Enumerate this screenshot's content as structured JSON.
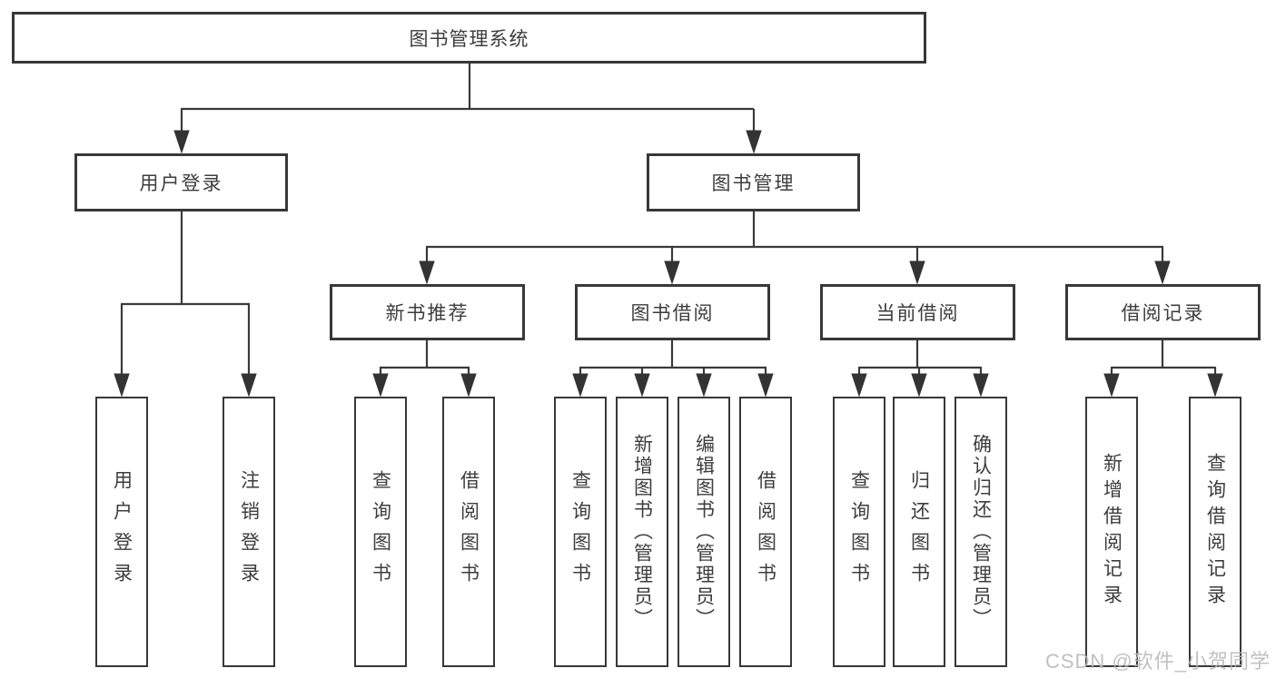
{
  "diagram": {
    "root": {
      "label": "图书管理系统"
    },
    "level1": [
      {
        "label": "用户登录"
      },
      {
        "label": "图书管理"
      }
    ],
    "level2": [
      {
        "label": "新书推荐"
      },
      {
        "label": "图书借阅"
      },
      {
        "label": "当前借阅"
      },
      {
        "label": "借阅记录"
      }
    ],
    "leaves": {
      "user": [
        {
          "label": "用户登录"
        },
        {
          "label": "注销登录"
        }
      ],
      "recommend": [
        {
          "label": "查询图书"
        },
        {
          "label": "借阅图书"
        }
      ],
      "borrow": [
        {
          "label": "查询图书"
        },
        {
          "label": "新增图书（管理员）"
        },
        {
          "label": "编辑图书（管理员）"
        },
        {
          "label": "借阅图书"
        }
      ],
      "current": [
        {
          "label": "查询图书"
        },
        {
          "label": "归还图书"
        },
        {
          "label": "确认归还（管理员）"
        }
      ],
      "record": [
        {
          "label": "新增借阅记录"
        },
        {
          "label": "查询借阅记录"
        }
      ]
    }
  },
  "watermark": {
    "text": "CSDN @软件_小贺同学"
  },
  "colors": {
    "line": "#3a3a3a",
    "border": "#383838",
    "fill": "#ffffff",
    "text": "#3d3d3d",
    "watermark": "#b7b7b7",
    "background": "#ffffff"
  }
}
